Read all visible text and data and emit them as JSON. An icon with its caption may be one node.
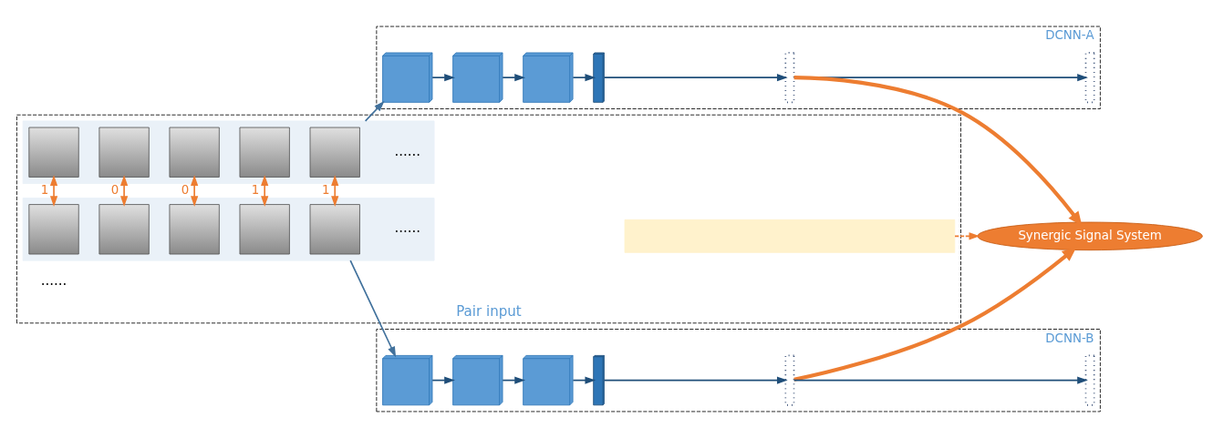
{
  "diagram": {
    "nodes": [
      {
        "text": [
          "Pair input"
        ]
      },
      {
        "text": [],
        "shape": "box",
        "in": 0
      },
      {
        "text": [],
        "shape": "picture",
        "in": 1
      },
      {
        "text": [],
        "shape": "picture",
        "in": 1
      },
      {
        "text": [],
        "shape": "picture",
        "in": 1
      },
      {
        "text": [],
        "shape": "picture",
        "in": 1
      },
      {
        "text": [],
        "shape": "picture",
        "in": 1
      },
      {
        "text": [],
        "shape": "box",
        "in": 0
      },
      {
        "text": [],
        "shape": "box",
        "in": 0
      },
      {
        "text": [],
        "shape": "picture",
        "in": 8
      },
      {
        "text": [],
        "shape": "picture",
        "in": 8
      },
      {
        "text": [],
        "shape": "picture",
        "in": 8
      },
      {
        "text": [],
        "shape": "picture",
        "in": 8
      },
      {
        "text": [],
        "shape": "picture",
        "in": 8
      },
      {
        "text": [
          "DCNN-A"
        ]
      },
      {
        "text": [],
        "shape": "cube",
        "in": 14
      },
      {
        "text": [],
        "shape": "cube",
        "in": 14
      },
      {
        "text": [],
        "shape": "cube",
        "in": 14
      },
      {
        "text": [],
        "shape": "bar",
        "in": 14
      },
      {
        "text": [],
        "shape": "dots",
        "in": 14
      },
      {
        "text": [],
        "shape": "dots",
        "in": 14
      },
      {
        "text": [
          "Synergic Signal System"
        ]
      },
      {
        "text": [
          "DCNN-B"
        ]
      },
      {
        "text": [],
        "shape": "cube",
        "in": 22
      },
      {
        "text": [],
        "shape": "cube",
        "in": 22
      },
      {
        "text": [],
        "shape": "cube",
        "in": 22
      },
      {
        "text": [],
        "shape": "bar",
        "in": 22
      },
      {
        "text": [],
        "shape": "dots",
        "in": 22
      },
      {
        "text": [],
        "shape": "dots",
        "in": 22
      }
    ],
    "edges": [
      {
        "from": 2,
        "to": 9,
        "arrow": "both",
        "label": "1",
        "color": "#ed7d31"
      },
      {
        "from": 3,
        "to": 10,
        "arrow": "both",
        "label": "0",
        "color": "#ed7d31"
      },
      {
        "from": 4,
        "to": 11,
        "arrow": "both",
        "label": "0",
        "color": "#ed7d31"
      },
      {
        "from": 5,
        "to": 12,
        "arrow": "both",
        "label": "1",
        "color": "#ed7d31"
      },
      {
        "from": 6,
        "to": 13,
        "arrow": "both",
        "label": "1",
        "color": "#ed7d31"
      },
      {
        "from": 1,
        "to": 15,
        "arrow": "to",
        "color": "#41719c"
      },
      {
        "from": 8,
        "to": 23,
        "arrow": "to",
        "color": "#41719c"
      },
      {
        "from": 15,
        "to": 16,
        "arrow": "to"
      },
      {
        "from": 16,
        "to": 17,
        "arrow": "to"
      },
      {
        "from": 17,
        "to": 18,
        "arrow": "to"
      },
      {
        "from": 18,
        "to": 19,
        "arrow": "to"
      },
      {
        "from": 19,
        "to": 20,
        "arrow": "to"
      },
      {
        "from": 23,
        "to": 24,
        "arrow": "to"
      },
      {
        "from": 24,
        "to": 25,
        "arrow": "to"
      },
      {
        "from": 25,
        "to": 26,
        "arrow": "to"
      },
      {
        "from": 26,
        "to": 27,
        "arrow": "to"
      },
      {
        "from": 27,
        "to": 28,
        "arrow": "to"
      },
      {
        "from": 19,
        "to": 21,
        "arrow": "to",
        "style": "thick",
        "color": "#ed7d31"
      },
      {
        "from": 27,
        "to": 21,
        "arrow": "to",
        "style": "thick",
        "color": "#ed7d31"
      },
      {
        "from": 7,
        "to": 21,
        "arrow": "to",
        "style": "dashed",
        "color": "#ed7d31"
      }
    ],
    "labels": [
      "......",
      "......",
      "......"
    ]
  }
}
